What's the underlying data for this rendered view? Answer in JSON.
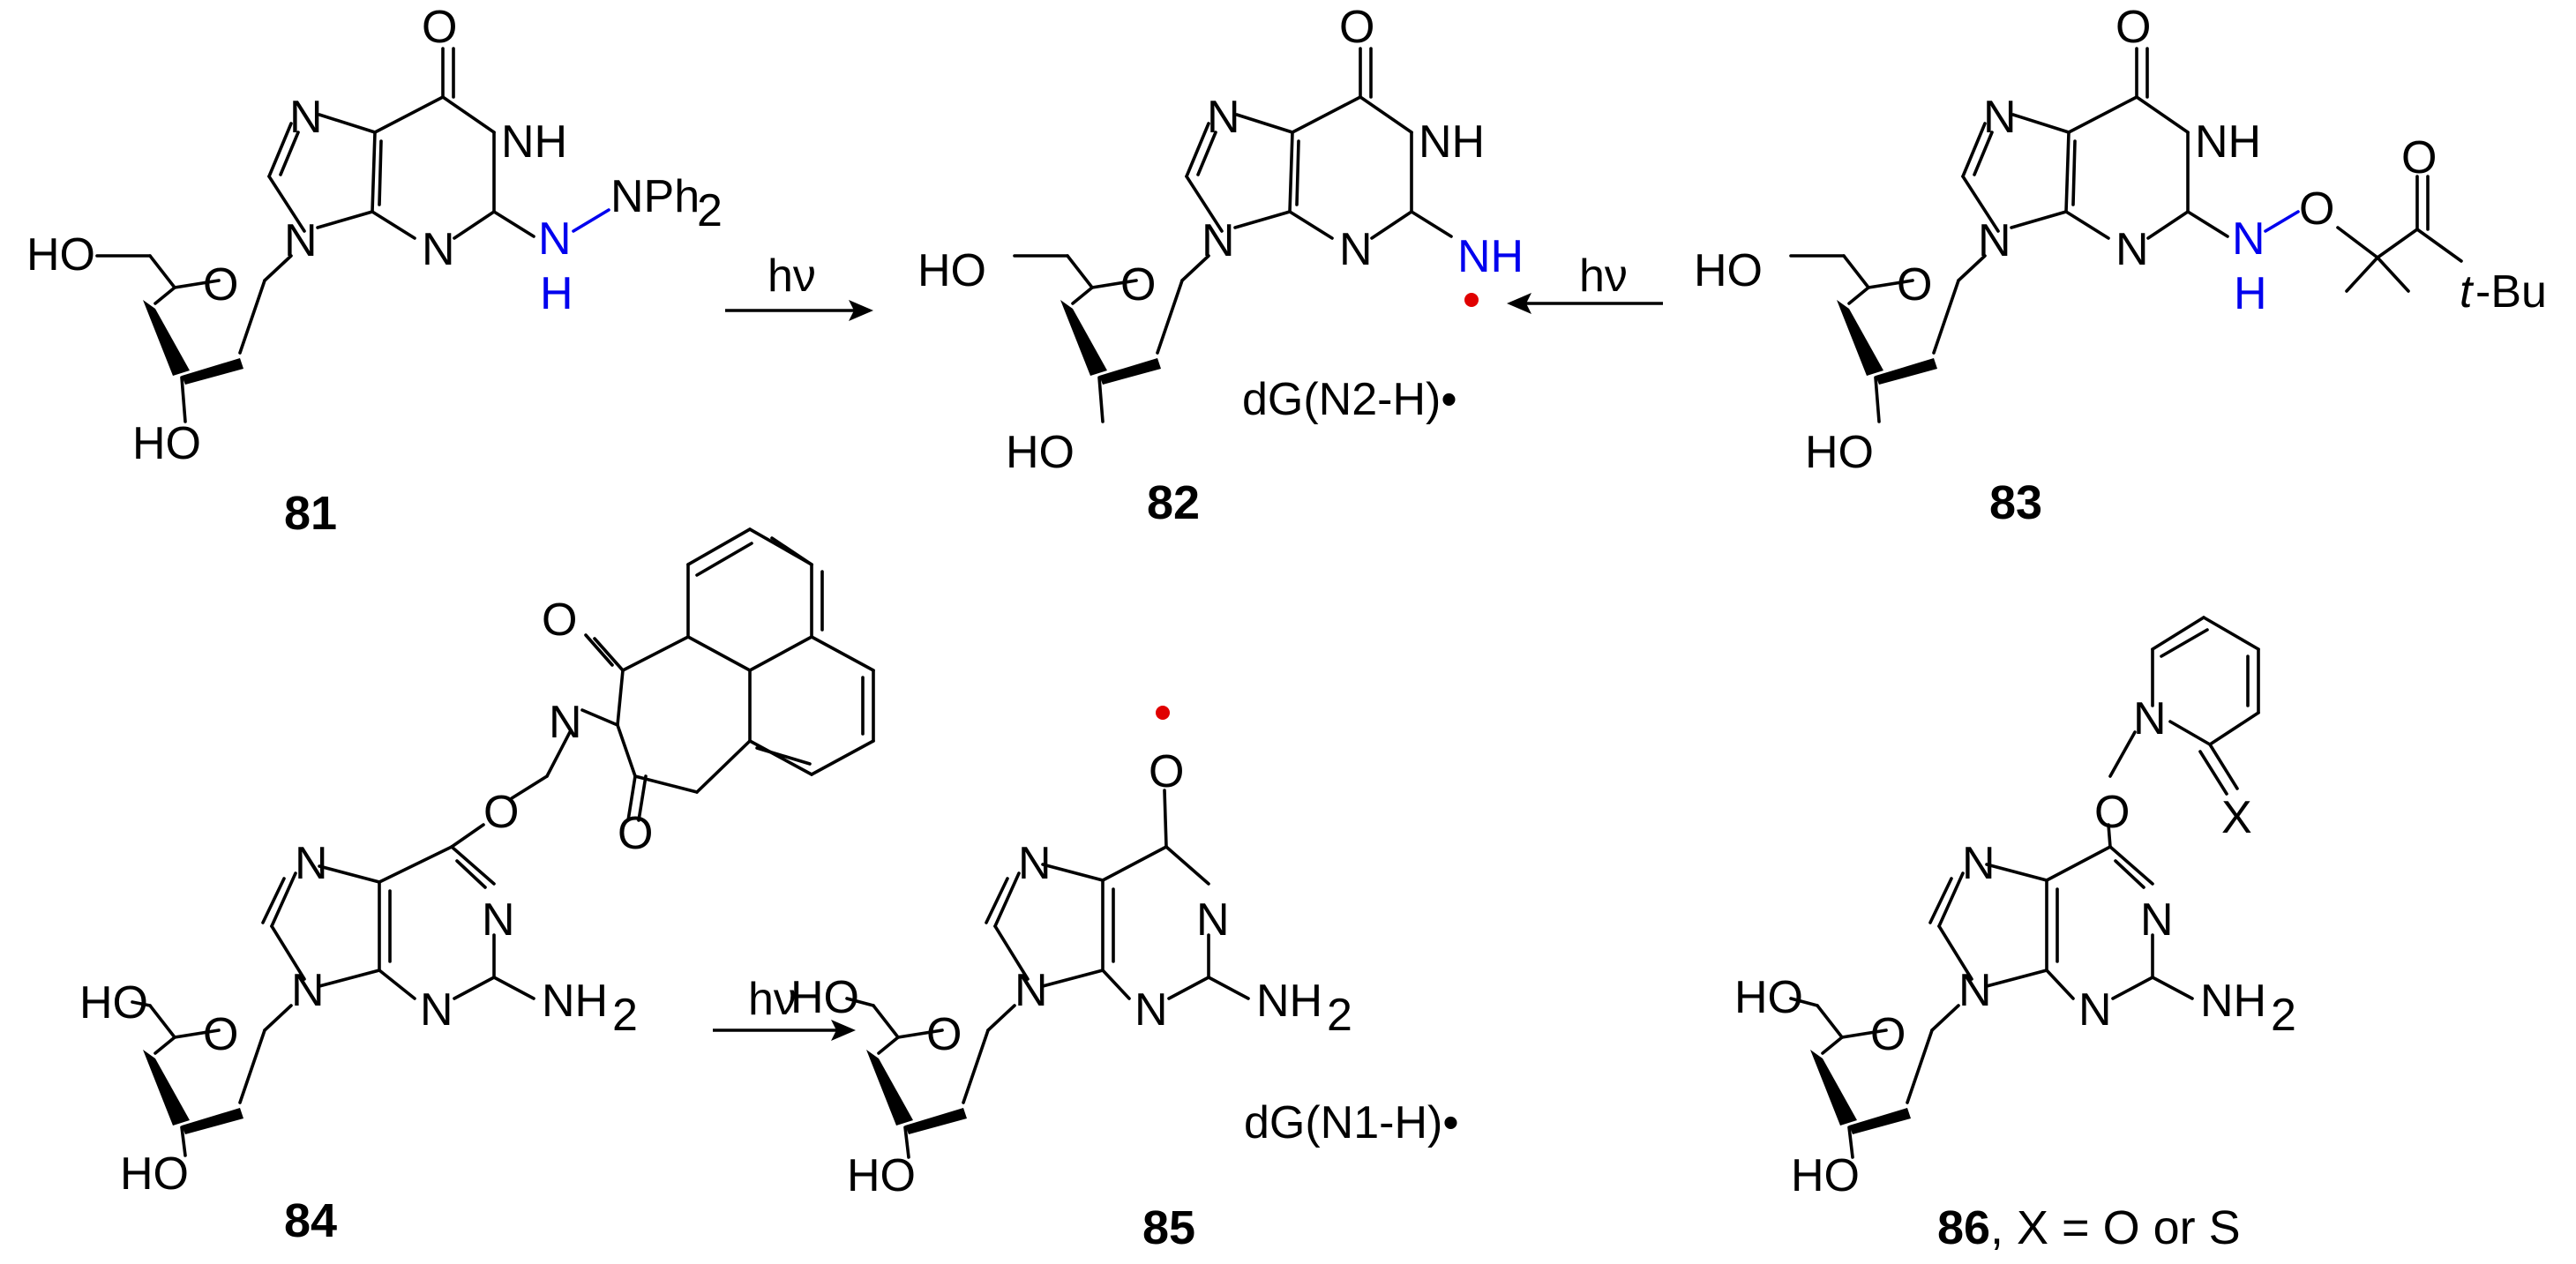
{
  "labels": {
    "O": "O",
    "N": "N",
    "NH": "NH",
    "HO": "HO",
    "H": "H",
    "NPh2": "NPh",
    "sub2": "2",
    "NH2": "NH",
    "X": "X",
    "tBu_t": "t",
    "tBu_rest": "-Bu"
  },
  "hv": "hν",
  "compounds": {
    "c81": "81",
    "c82": "82",
    "c83": "83",
    "c84": "84",
    "c85": "85",
    "c86": "86",
    "c86_tail": ", X = O or S"
  },
  "captions": {
    "n2": "dG(N2-H)•",
    "n1": "dG(N1-H)•"
  },
  "colors": {
    "heteroatom_highlight": "#0000ee",
    "radical_dot": "#e00000"
  }
}
